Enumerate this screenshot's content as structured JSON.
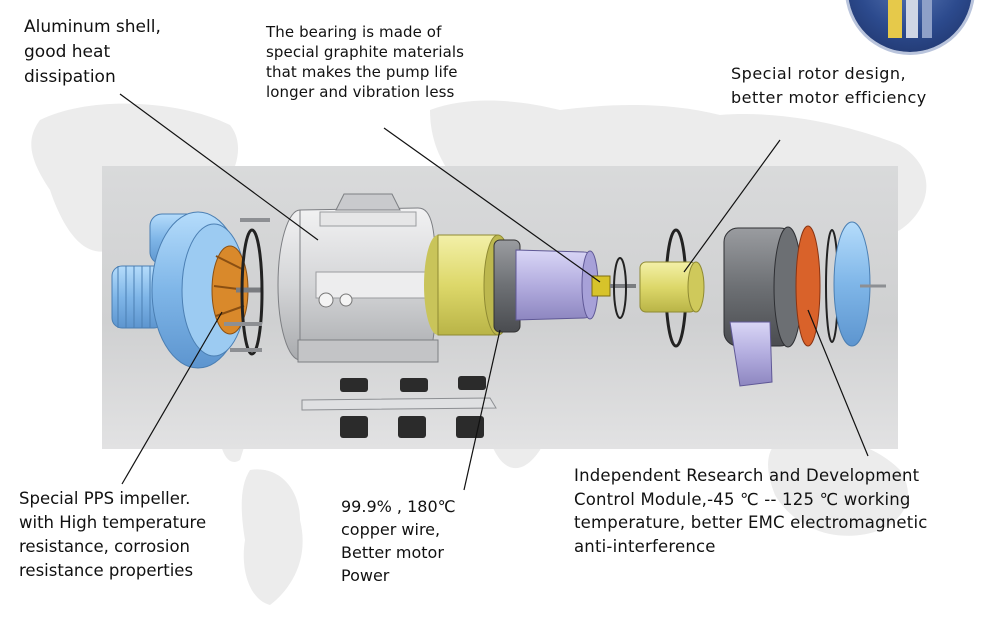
{
  "labels": {
    "aluminum_shell": "Aluminum shell,\ngood heat\ndissipation",
    "bearing": "The bearing is made of\nspecial graphite materials\nthat makes the pump life\nlonger and vibration less",
    "rotor": "Special rotor design,\nbetter motor efficiency",
    "impeller": "Special PPS impeller.\nwith High temperature\nresistance, corrosion\nresistance properties",
    "copper_wire": "99.9% , 180℃\ncopper wire,\n Better motor\nPower",
    "control_module": "Independent Research and Development\nControl Module,-45 ℃ -- 125 ℃ working\ntemperature, better EMC electromagnetic\nanti-interference"
  },
  "colors": {
    "pump_housing": "#8fc3ee",
    "impeller": "#d9892b",
    "stator_yellow": "#e6e27a",
    "rotor_purple": "#b9b4e6",
    "control_orange": "#d9622a",
    "motor_grey": "#d7d8da",
    "leader_line": "#111111"
  }
}
